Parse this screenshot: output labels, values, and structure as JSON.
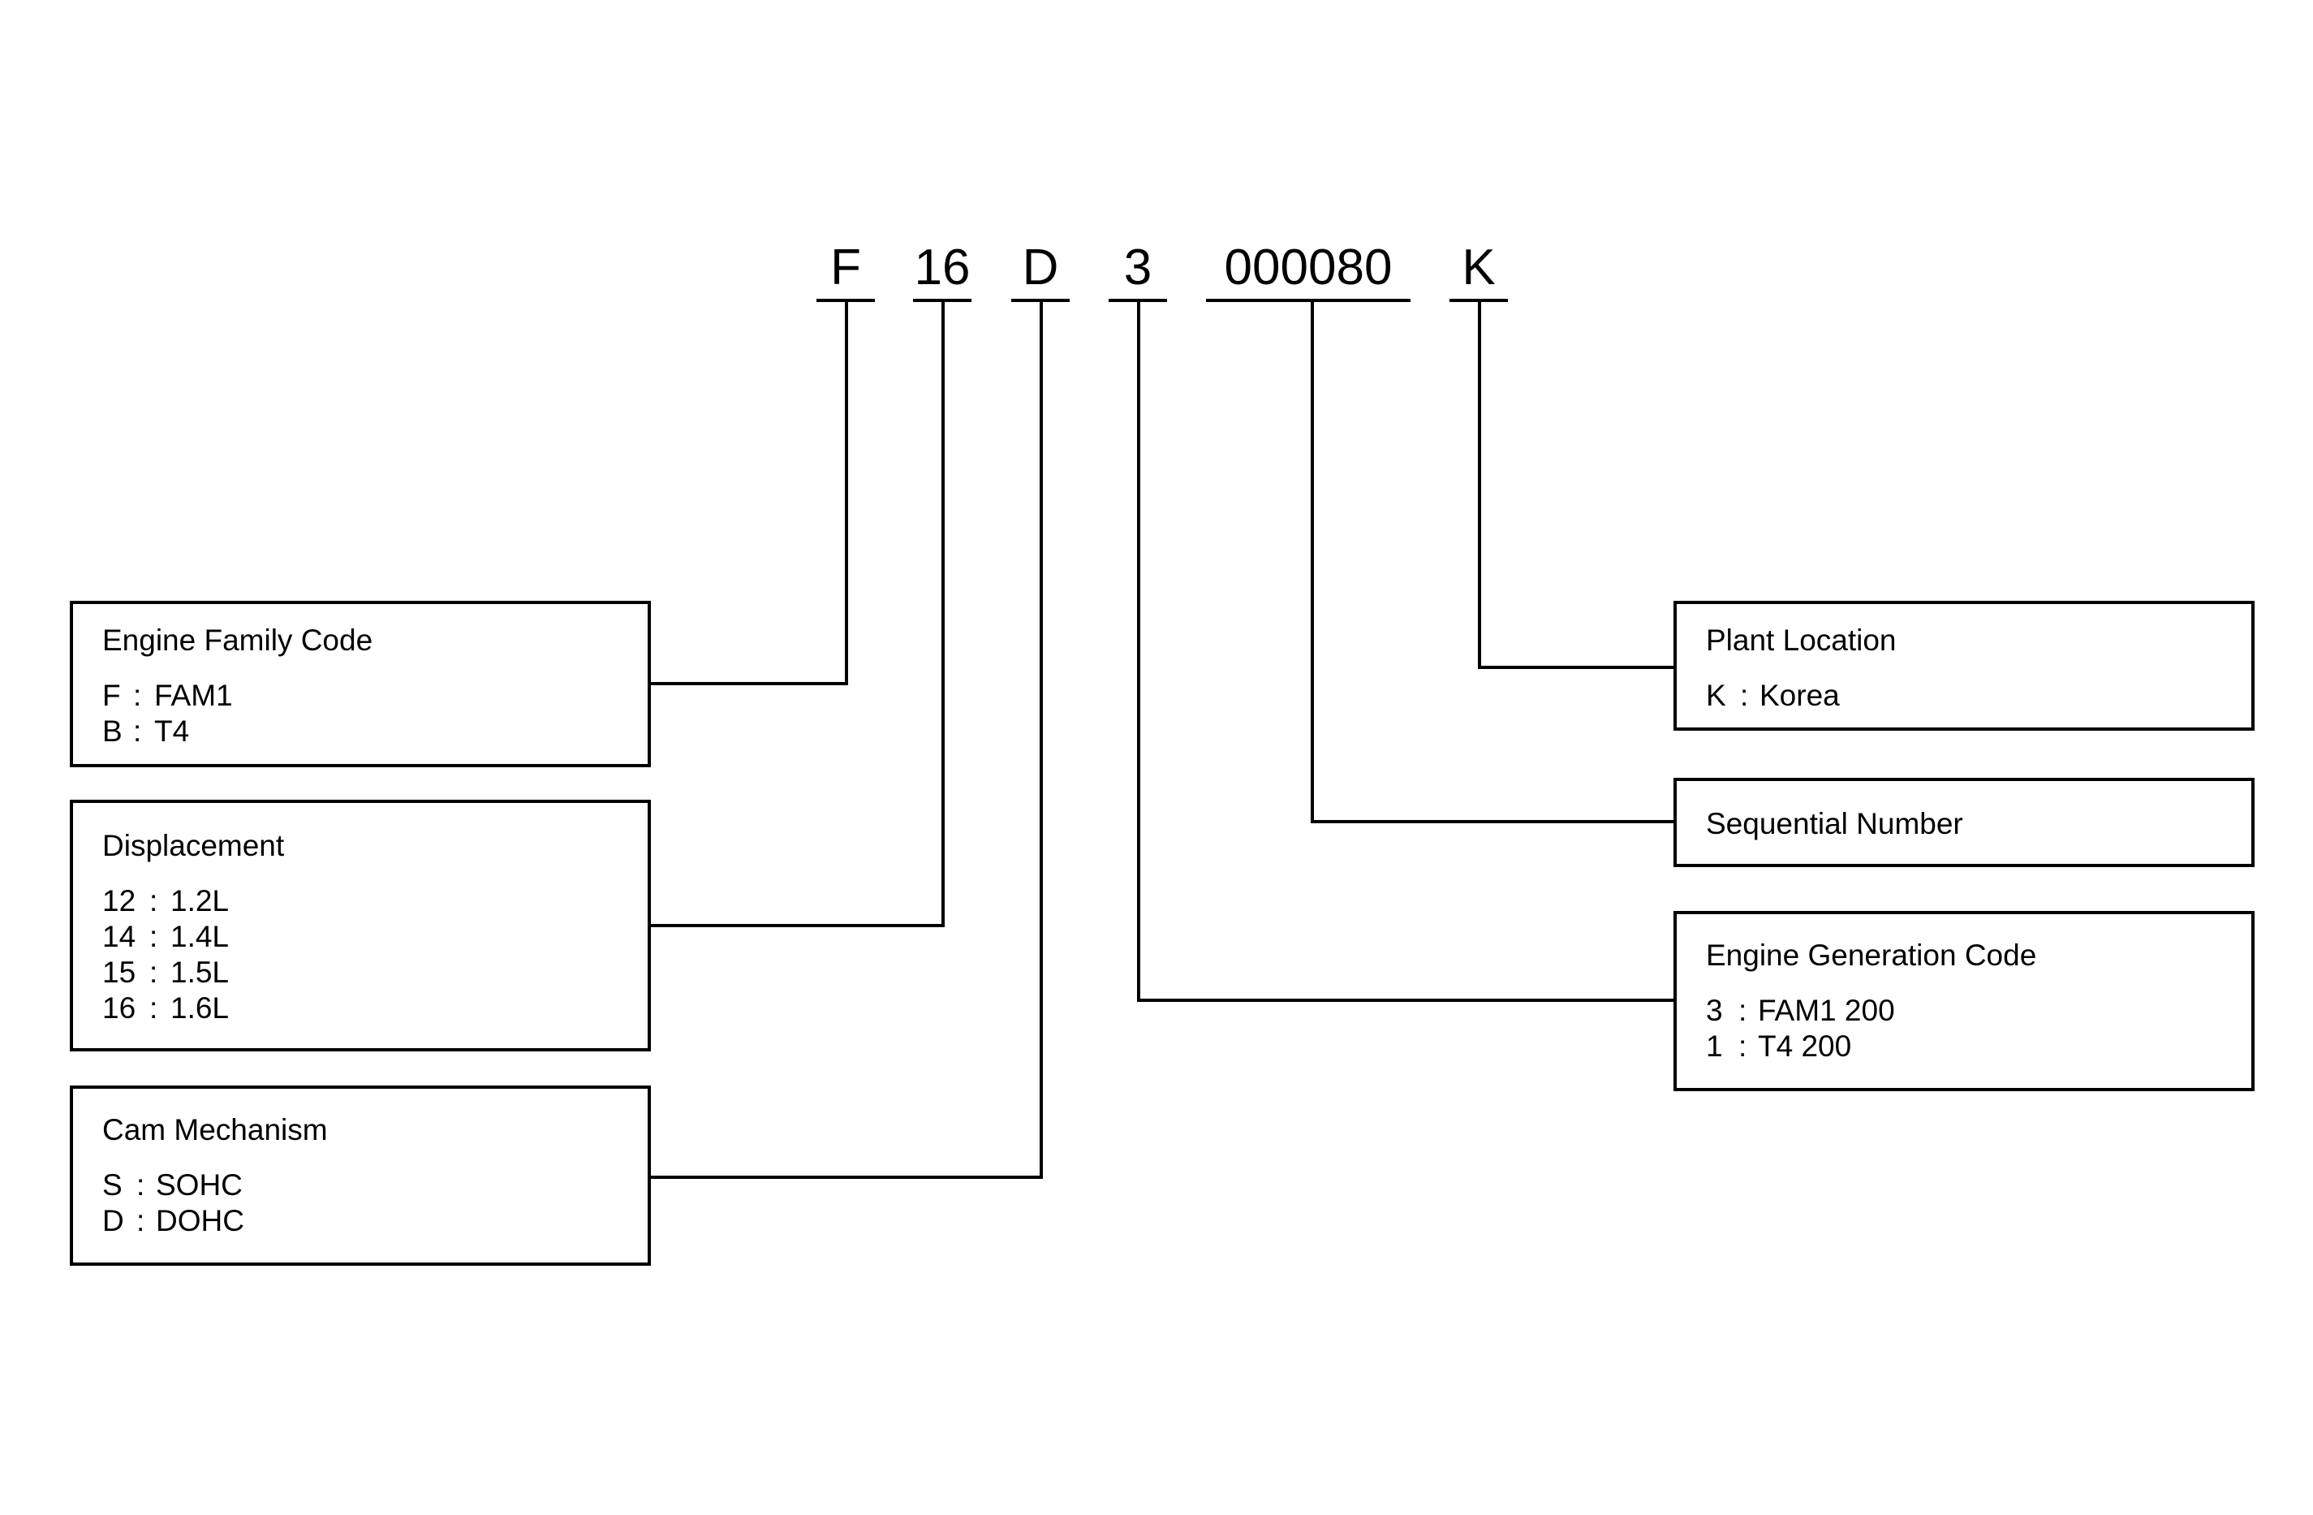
{
  "engine_number": {
    "segments": [
      "F",
      "16",
      "D",
      "3",
      "000080",
      "K"
    ]
  },
  "boxes": {
    "engine_family": {
      "title": "Engine Family Code",
      "entries": [
        {
          "key": "F",
          "sep": ":",
          "value": "FAM1"
        },
        {
          "key": "B",
          "sep": ":",
          "value": "T4"
        }
      ]
    },
    "displacement": {
      "title": "Displacement",
      "entries": [
        {
          "key": "12",
          "sep": ":",
          "value": "1.2L"
        },
        {
          "key": "14",
          "sep": ":",
          "value": "1.4L"
        },
        {
          "key": "15",
          "sep": ":",
          "value": "1.5L"
        },
        {
          "key": "16",
          "sep": ":",
          "value": "1.6L"
        }
      ]
    },
    "cam_mechanism": {
      "title": "Cam Mechanism",
      "entries": [
        {
          "key": "S",
          "sep": ":",
          "value": "SOHC"
        },
        {
          "key": "D",
          "sep": ":",
          "value": "DOHC"
        }
      ]
    },
    "plant_location": {
      "title": "Plant Location",
      "entries": [
        {
          "key": "K",
          "sep": ":",
          "value": "Korea"
        }
      ]
    },
    "sequential_number": {
      "title": "Sequential Number",
      "entries": []
    },
    "engine_generation": {
      "title": "Engine Generation Code",
      "entries": [
        {
          "key": "3",
          "sep": ":",
          "value": "FAM1 200"
        },
        {
          "key": "1",
          "sep": ":",
          "value": "T4 200"
        }
      ]
    }
  },
  "line_color": "#000000"
}
